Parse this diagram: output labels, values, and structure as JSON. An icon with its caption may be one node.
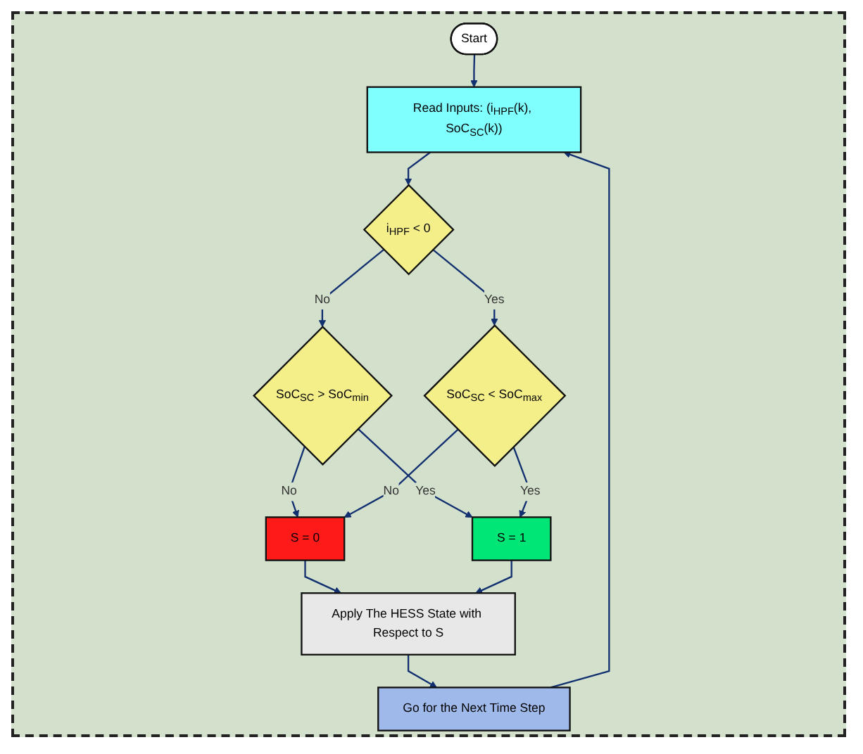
{
  "diagram": {
    "nodes": [
      {
        "text": [
          "Start"
        ]
      },
      {
        "text": [
          "Read Inputs: (i$_{HPF}$(k), SoC$_{SC}$(k))"
        ]
      },
      {
        "text": [
          "i$_{HPF}$ < 0"
        ]
      },
      {
        "text": [
          "SoC$_{SC}$ > SoC$_{min}$"
        ]
      },
      {
        "text": [
          "SoC$_{SC}$ < SoC$_{max}$"
        ]
      },
      {
        "text": [
          "S = 0"
        ]
      },
      {
        "text": [
          "S = 1"
        ]
      },
      {
        "text": [
          "Apply The HESS State with Respect to S"
        ]
      },
      {
        "text": [
          "Go for the Next Time Step"
        ]
      }
    ],
    "edges": [
      {
        "from": 0,
        "to": 1,
        "arrow": "to"
      },
      {
        "from": 1,
        "to": 2,
        "arrow": "to"
      },
      {
        "from": 2,
        "to": 3,
        "label": "No",
        "arrow": "to"
      },
      {
        "from": 2,
        "to": 4,
        "label": "Yes",
        "arrow": "to"
      },
      {
        "from": 3,
        "to": 6,
        "label": "Yes",
        "arrow": "to"
      },
      {
        "from": 3,
        "to": 5,
        "label": "No",
        "arrow": "to"
      },
      {
        "from": 4,
        "to": 5,
        "label": "No",
        "arrow": "to"
      },
      {
        "from": 4,
        "to": 6,
        "label": "Yes",
        "arrow": "to"
      },
      {
        "from": 5,
        "to": 7,
        "arrow": "to"
      },
      {
        "from": 6,
        "to": 7,
        "arrow": "to"
      },
      {
        "from": 7,
        "to": 8,
        "arrow": "to"
      },
      {
        "from": 8,
        "to": 1,
        "arrow": "to"
      }
    ]
  }
}
